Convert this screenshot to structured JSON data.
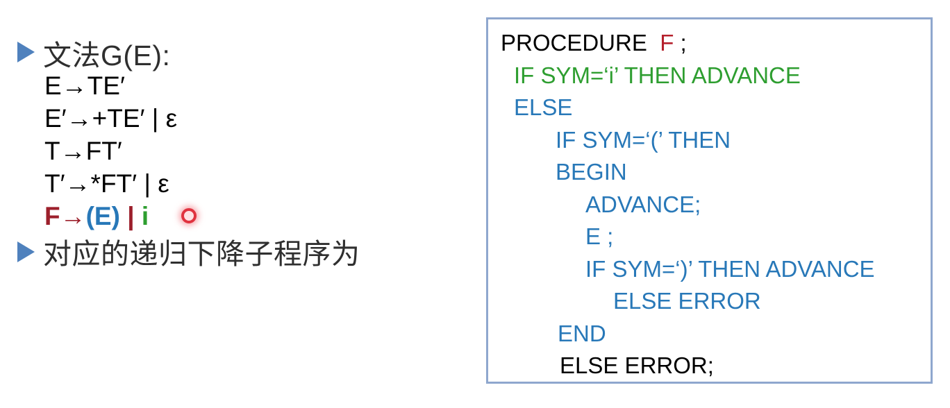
{
  "slide": {
    "colors": {
      "black": "#000000",
      "blue": "#2878B8",
      "green": "#2E9E30",
      "red": "#B5202C",
      "darkred": "#9C1F2B",
      "bullet_blue": "#4F81BD",
      "box_border": "#8FA7CE",
      "laser_ring": "#E0333F"
    },
    "bullet1": {
      "label": "文法G(E):"
    },
    "bullet2": {
      "label": "对应的递归下降子程序为"
    },
    "grammar": {
      "rules": [
        {
          "bold": false,
          "segments": [
            {
              "text": "E→TE′",
              "color": "black"
            }
          ]
        },
        {
          "bold": false,
          "segments": [
            {
              "text": "E′→+TE′ | ε",
              "color": "black"
            }
          ]
        },
        {
          "bold": false,
          "segments": [
            {
              "text": "T→FT′",
              "color": "black"
            }
          ]
        },
        {
          "bold": false,
          "segments": [
            {
              "text": "T′→*FT′ | ε",
              "color": "black"
            }
          ]
        },
        {
          "bold": true,
          "segments": [
            {
              "text": "F→",
              "color": "darkred"
            },
            {
              "text": "(E)",
              "color": "blue"
            },
            {
              "text": " | ",
              "color": "darkred"
            },
            {
              "text": "i",
              "color": "green"
            }
          ]
        }
      ]
    },
    "laser_pointer": {
      "present": true
    },
    "code_box": {
      "lines": [
        {
          "indent": 18,
          "segments": [
            {
              "text": "PROCEDURE  ",
              "color": "black"
            },
            {
              "text": "F",
              "color": "red"
            },
            {
              "text": " ;",
              "color": "black"
            }
          ]
        },
        {
          "indent": 37,
          "segments": [
            {
              "text": "IF SYM=‘i’ THEN ADVANCE",
              "color": "green"
            }
          ]
        },
        {
          "indent": 37,
          "segments": [
            {
              "text": "ELSE",
              "color": "blue"
            }
          ]
        },
        {
          "indent": 97,
          "segments": [
            {
              "text": "IF SYM=‘(’ THEN",
              "color": "blue"
            }
          ]
        },
        {
          "indent": 97,
          "segments": [
            {
              "text": "BEGIN",
              "color": "blue"
            }
          ]
        },
        {
          "indent": 140,
          "segments": [
            {
              "text": "ADVANCE;",
              "color": "blue"
            }
          ]
        },
        {
          "indent": 140,
          "segments": [
            {
              "text": "E ;",
              "color": "blue"
            }
          ]
        },
        {
          "indent": 140,
          "segments": [
            {
              "text": "IF SYM=‘)’ THEN ADVANCE",
              "color": "blue"
            }
          ]
        },
        {
          "indent": 180,
          "segments": [
            {
              "text": "ELSE ERROR",
              "color": "blue"
            }
          ]
        },
        {
          "indent": 100,
          "segments": [
            {
              "text": "END",
              "color": "blue"
            }
          ]
        },
        {
          "indent": 103,
          "segments": [
            {
              "text": "ELSE ERROR;",
              "color": "black"
            }
          ]
        }
      ]
    }
  }
}
